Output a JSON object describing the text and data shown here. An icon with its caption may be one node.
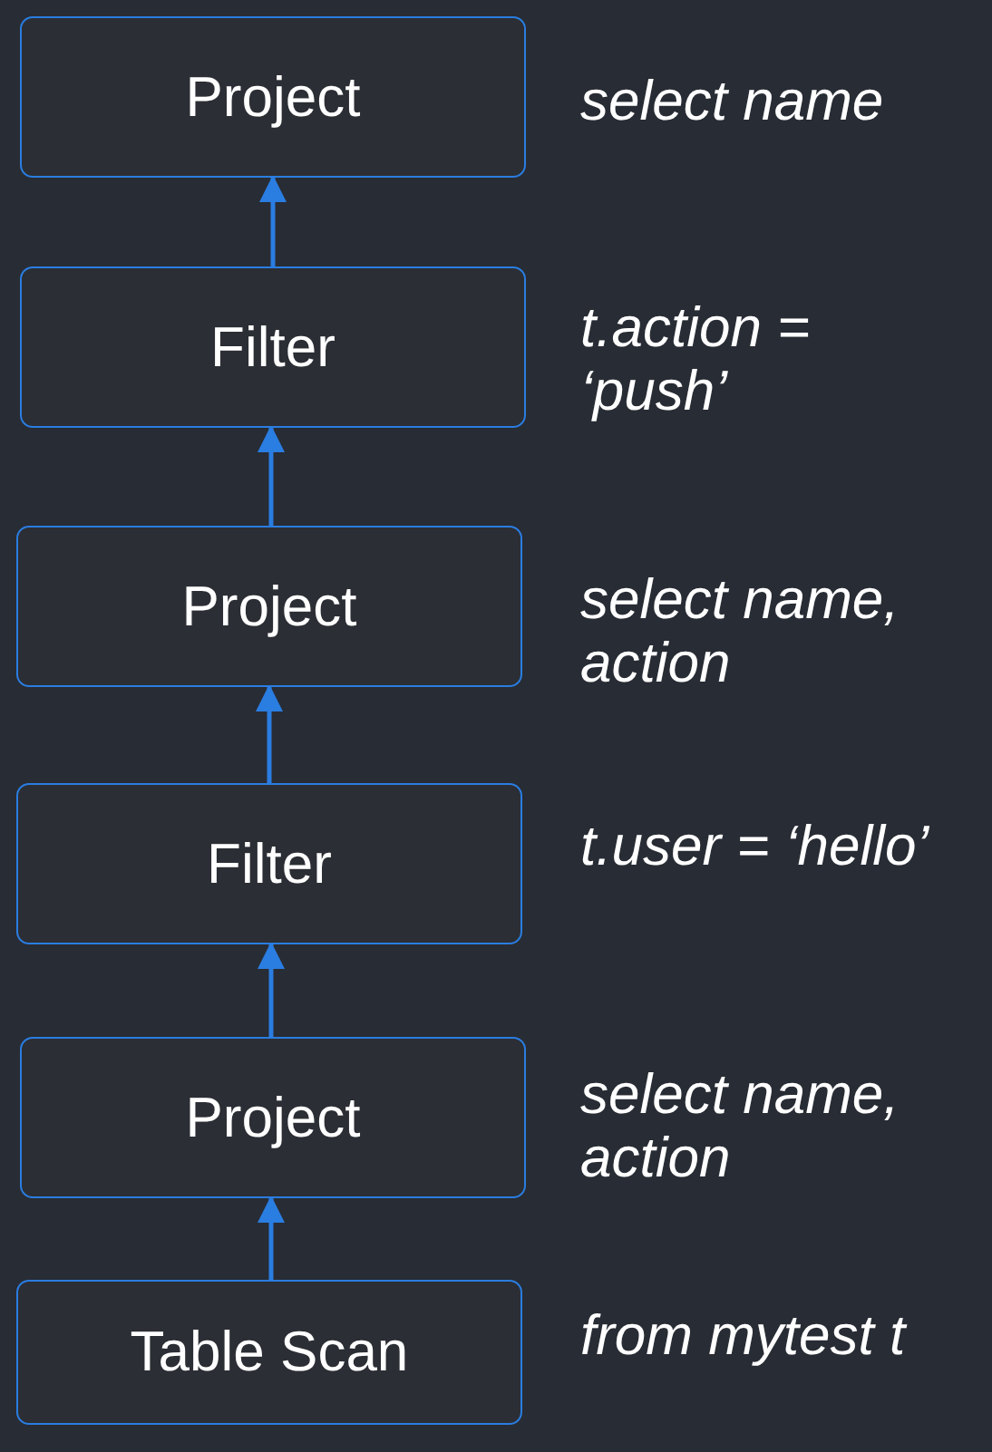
{
  "diagram": {
    "nodes": [
      {
        "text": [
          "Project"
        ],
        "beside": [
          "select name"
        ]
      },
      {
        "text": [
          "Filter"
        ],
        "beside": [
          "t.action = ‘push’"
        ]
      },
      {
        "text": [
          "Project"
        ],
        "beside": [
          "select name, action"
        ]
      },
      {
        "text": [
          "Filter"
        ],
        "beside": [
          "t.user = ‘hello’"
        ]
      },
      {
        "text": [
          "Project"
        ],
        "beside": [
          "select name, action"
        ]
      },
      {
        "text": [
          "Table Scan"
        ],
        "beside": [
          "from mytest t"
        ]
      }
    ],
    "edges": [
      {
        "from": 5,
        "to": 4,
        "arrow": "to"
      },
      {
        "from": 4,
        "to": 3,
        "arrow": "to"
      },
      {
        "from": 3,
        "to": 2,
        "arrow": "to"
      },
      {
        "from": 2,
        "to": 1,
        "arrow": "to"
      },
      {
        "from": 1,
        "to": 0,
        "arrow": "to"
      }
    ]
  }
}
